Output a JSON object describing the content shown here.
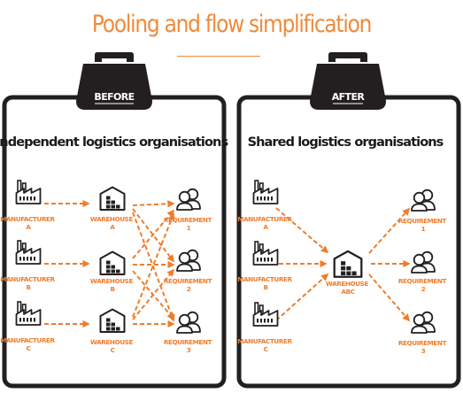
{
  "title": "Pooling and flow simplification",
  "colors": {
    "accent": "#ef7d2b",
    "frame": "#231f20",
    "paper": "#ffffff"
  },
  "before": {
    "tab": "BEFORE",
    "heading": "Independent logistics organisations",
    "manufacturers": [
      {
        "line1": "MANUFACTURER",
        "line2": "A"
      },
      {
        "line1": "MANUFACTURER",
        "line2": "B"
      },
      {
        "line1": "MANUFACTURER",
        "line2": "C"
      }
    ],
    "warehouses": [
      {
        "line1": "WAREHOUSE",
        "line2": "A"
      },
      {
        "line1": "WAREHOUSE",
        "line2": "B"
      },
      {
        "line1": "WAREHOUSE",
        "line2": "C"
      }
    ],
    "requirements": [
      {
        "line1": "REQUIREMENT",
        "line2": "1"
      },
      {
        "line1": "REQUIREMENT",
        "line2": "2"
      },
      {
        "line1": "REQUIREMENT",
        "line2": "3"
      }
    ]
  },
  "after": {
    "tab": "AFTER",
    "heading": "Shared logistics organisations",
    "manufacturers": [
      {
        "line1": "MANUFACTURER",
        "line2": "A"
      },
      {
        "line1": "MANUFACTURER",
        "line2": "B"
      },
      {
        "line1": "MANUFACTURER",
        "line2": "C"
      }
    ],
    "warehouse": {
      "line1": "WAREHOUSE",
      "line2": "ABC"
    },
    "requirements": [
      {
        "line1": "REQUIREMENT",
        "line2": "1"
      },
      {
        "line1": "REQUIREMENT",
        "line2": "2"
      },
      {
        "line1": "REQUIREMENT",
        "line2": "3"
      }
    ]
  },
  "icons": {
    "manufacturer": "factory-icon",
    "warehouse": "warehouse-icon",
    "requirement": "people-icon",
    "arrow": "dashed-arrow"
  }
}
